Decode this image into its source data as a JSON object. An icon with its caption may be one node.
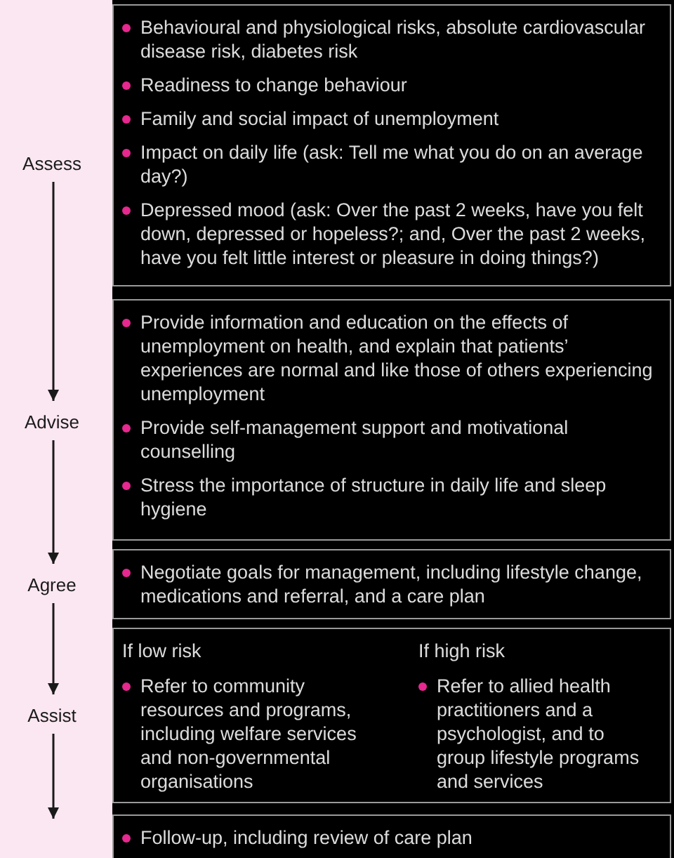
{
  "diagram": {
    "nodes": [
      {
        "text": [],
        "shape": "box"
      },
      {
        "text": [
          "Assess"
        ],
        "in": 0
      },
      {
        "text": [
          "Advise"
        ],
        "in": 0
      },
      {
        "text": [
          "Agree"
        ],
        "in": 0
      },
      {
        "text": [
          "Assist"
        ],
        "in": 0
      },
      {
        "text": [
          "Behavioural and physiological risks, absolute cardiovascular disease risk, diabetes risk",
          "Readiness to change behaviour",
          "Family and social impact of unemployment",
          "Impact on daily life (ask: Tell me what you do on an average day?)",
          "Depressed mood (ask: Over the past 2 weeks, have you felt down, depressed or hopeless?; and, Over the past 2 weeks, have you felt little interest or pleasure in doing things?)"
        ]
      },
      {
        "text": [
          "Provide information and education on the effects of unemployment on health, and explain that patients’ experiences are normal and like those of others experiencing unemployment",
          "Provide self-management support and motivational counselling",
          "Stress the importance of structure in daily life and sleep hygiene"
        ]
      },
      {
        "text": [
          "Negotiate goals for management, including lifestyle change, medications and referral, and a care plan"
        ]
      },
      {
        "text": [
          "If low risk",
          "Refer to community resources and programs, including welfare services and non-governmental organisations",
          "If high risk",
          "Refer to allied health practitioners and a psychologist, and to group lifestyle programs and services"
        ]
      },
      {
        "text": [
          "Follow-up, including review of care plan"
        ]
      }
    ],
    "edges": [
      {
        "from": 1,
        "to": 2,
        "arrow": "to"
      },
      {
        "from": 2,
        "to": 3,
        "arrow": "to"
      },
      {
        "from": 3,
        "to": 4,
        "arrow": "to"
      },
      {
        "from": 4,
        "to": null,
        "arrow": "to"
      }
    ]
  }
}
